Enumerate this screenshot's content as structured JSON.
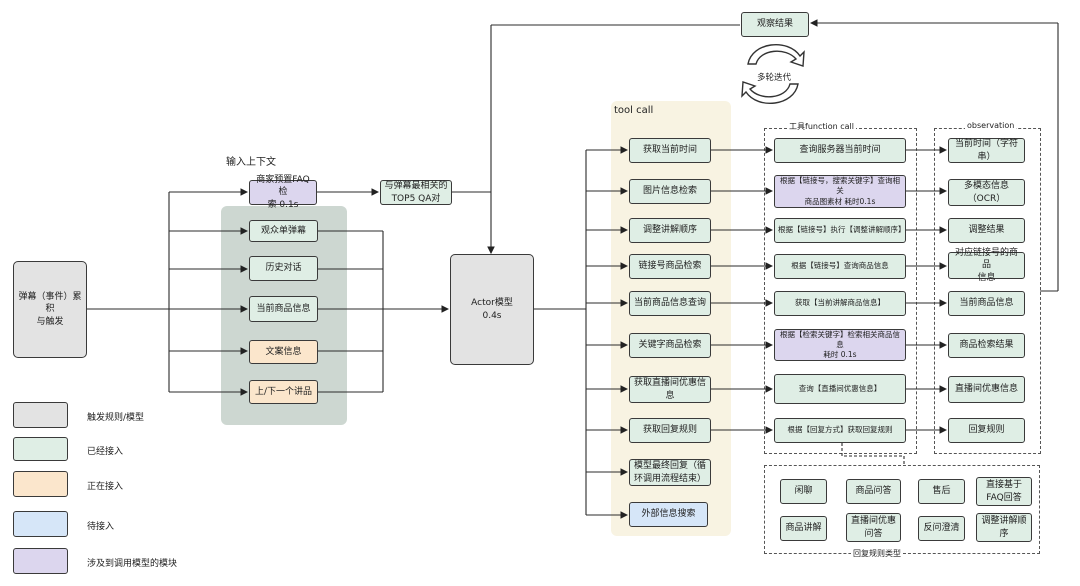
{
  "title_context": "输入上下文",
  "tool_call_title": "tool call",
  "function_call_title": "工具function call",
  "observation_title": "observation",
  "reply_types_title": "回复规则类型",
  "loop_label": "多轮迭代",
  "observe_result": "观察结果",
  "trigger": "弹幕（事件）累积\n与触发",
  "context": {
    "faq": "商家预置FAQ检\n索 0.1s",
    "top5": "与弹幕最相关的\nTOP5 QA对",
    "items": [
      "观众单弹幕",
      "历史对话",
      "当前商品信息",
      "文案信息",
      "上/下一个讲品"
    ]
  },
  "actor": "Actor模型\n0.4s",
  "tools": [
    "获取当前时间",
    "图片信息检索",
    "调整讲解顺序",
    "链接号商品检索",
    "当前商品信息查询",
    "关键字商品检索",
    "获取直播间优惠信\n息",
    "获取回复规则",
    "模型最终回复（循\n环调用流程结束）",
    "外部信息搜索"
  ],
  "functions": [
    "查询服务器当前时间",
    "根据【链接号，搜索关键字】查询相关\n商品图素材 耗时0.1s",
    "根据【链接号】执行【调整讲解顺序】",
    "根据【链接号】查询商品信息",
    "获取【当前讲解商品信息】",
    "根据【检索关键字】检索相关商品信息\n耗时 0.1s",
    "查询【直播间优惠信息】",
    "根据【回复方式】获取回复规则"
  ],
  "observations": [
    "当前时间（字符串）",
    "多模态信息\n（OCR）",
    "调整结果",
    "对应链接号的商品\n信息",
    "当前商品信息",
    "商品检索结果",
    "直播间优惠信息",
    "回复规则"
  ],
  "reply_types": [
    "闲聊",
    "商品问答",
    "售后",
    "直接基于\nFAQ回答",
    "商品讲解",
    "直播间优惠\n问答",
    "反问澄清",
    "调整讲解顺\n序"
  ],
  "legend": [
    {
      "label": "触发规则/模型",
      "color": "#e3e3e3"
    },
    {
      "label": "已经接入",
      "color": "#dfeee5"
    },
    {
      "label": "正在接入",
      "color": "#fbe6cc"
    },
    {
      "label": "待接入",
      "color": "#d6e6f8"
    },
    {
      "label": "涉及到调用模型的模块",
      "color": "#dcd6ee"
    }
  ]
}
